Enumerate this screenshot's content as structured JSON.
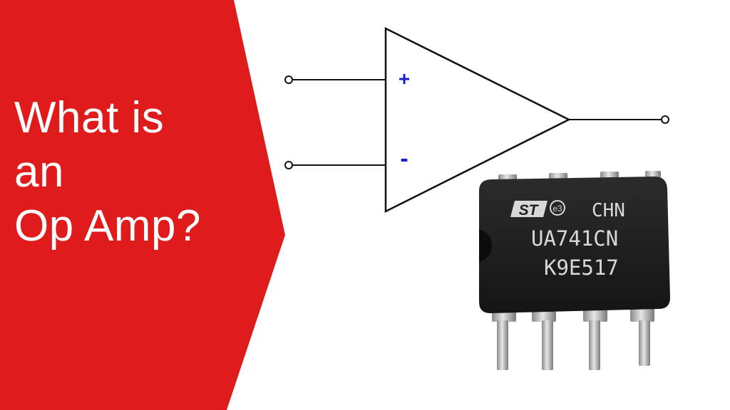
{
  "title": {
    "line1": "What is",
    "line2": "an",
    "line3": "Op Amp?"
  },
  "diagram": {
    "plus_label": "+",
    "minus_label": "-"
  },
  "chip": {
    "marking_line1": "CHN",
    "marking_line2": "UA741CN",
    "marking_line3": "K9E517",
    "logo_text": "ST",
    "e3_text": "e3"
  },
  "colors": {
    "banner_red": "#e01b1b",
    "symbol_line": "#111111",
    "sign_blue": "#1a22c8",
    "chip_body": "#1f1f1f",
    "chip_text": "#d8d8d8",
    "pin_silver": "#c9c9c9"
  }
}
